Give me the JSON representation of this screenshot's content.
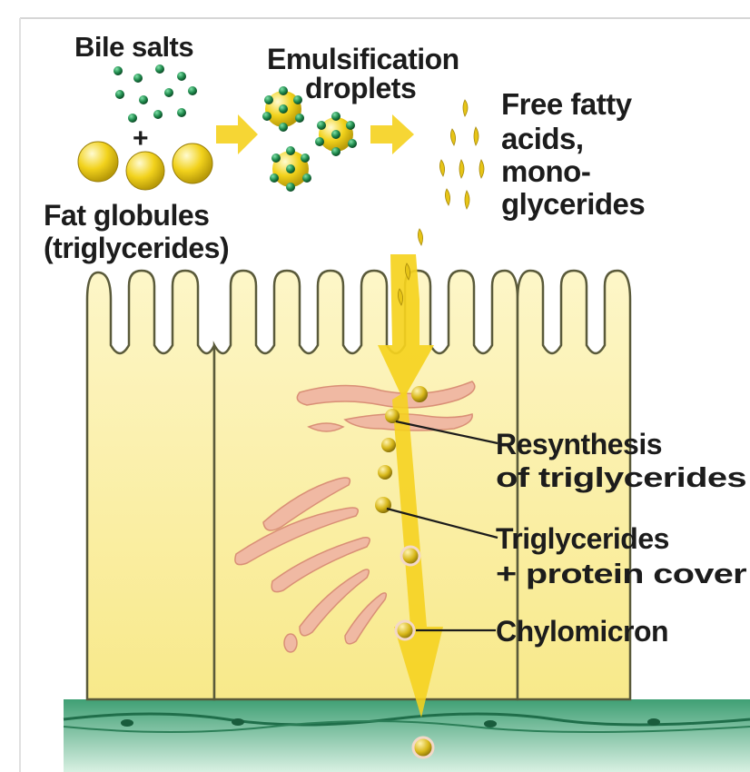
{
  "labels": {
    "bile_salts": "Bile salts",
    "plus_top": "+",
    "fat_globules": [
      "Fat globules",
      "(triglycerides)"
    ],
    "emulsification": [
      "Emulsification",
      "droplets"
    ],
    "free_fatty_acids": [
      "Free fatty",
      "acids,",
      "mono-",
      "glycerides"
    ],
    "resynthesis": [
      "Resynthesis",
      "of triglycerides"
    ],
    "triglycerides_cover": [
      "Triglycerides",
      "+ protein cover"
    ],
    "chylomicron": "Chylomicron"
  },
  "colors": {
    "bile_salt": "#1f8a4c",
    "fat_yellow": "#f2d21c",
    "cell_fill": "#fbf0a6",
    "cell_outline": "#5a5a3a",
    "organelle": "#f0b9a3",
    "arrow": "#f5d21e",
    "basement": "#5fb890"
  }
}
